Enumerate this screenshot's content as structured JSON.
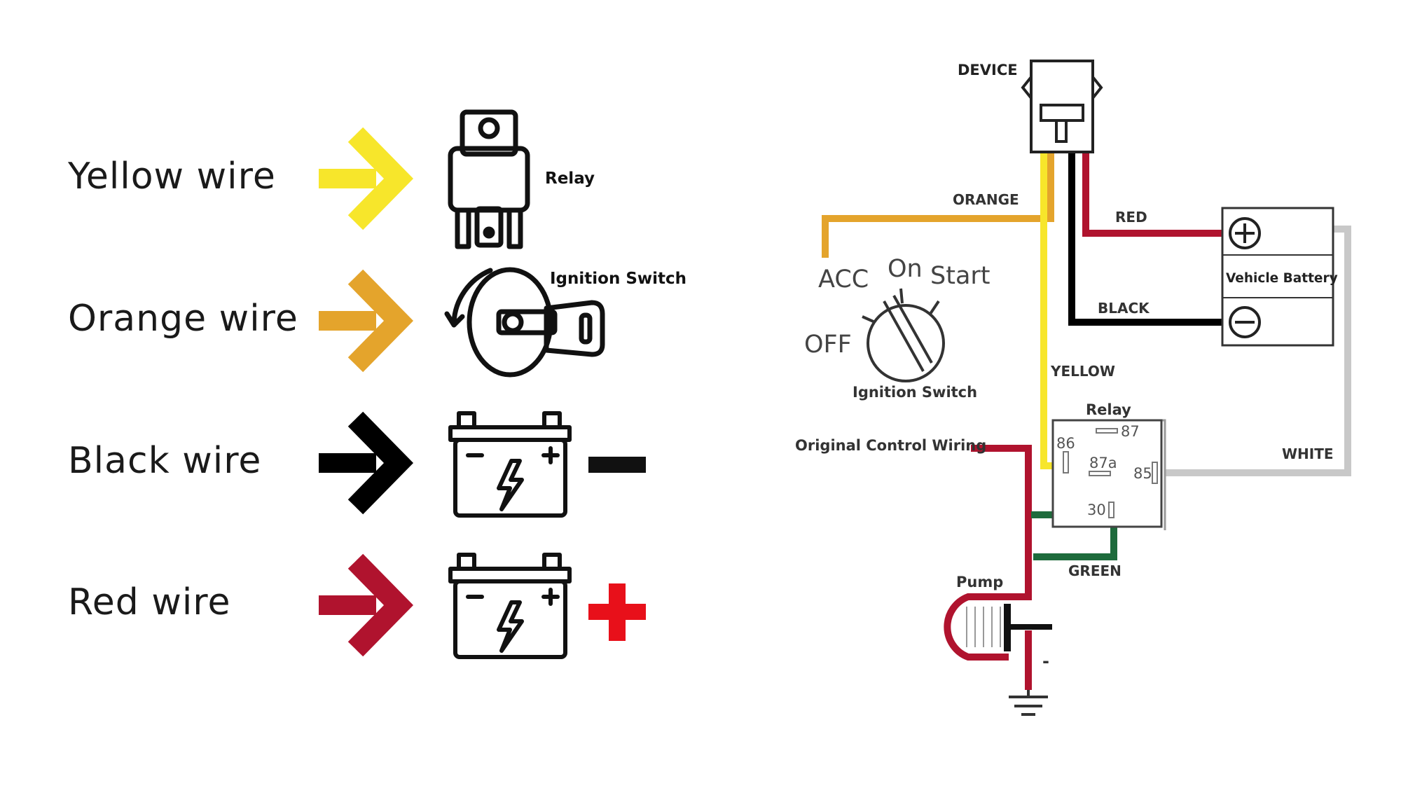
{
  "legend": {
    "rows": [
      {
        "label": "Yellow wire",
        "color": "#f7e62b",
        "icon": "relay-icon",
        "icon_label": "Relay"
      },
      {
        "label": "Orange wire",
        "color": "#e4a42c",
        "icon": "ignition-switch-icon",
        "icon_label": "Ignition Switch"
      },
      {
        "label": "Black wire",
        "color": "#000000",
        "icon": "battery-icon",
        "polarity": "minus-icon"
      },
      {
        "label": "Red wire",
        "color": "#b0132e",
        "icon": "battery-icon",
        "polarity": "plus-icon"
      }
    ]
  },
  "diagram": {
    "device_label": "DEVICE",
    "wires": {
      "orange": "ORANGE",
      "red": "RED",
      "black": "BLACK",
      "yellow": "YELLOW",
      "white": "WHITE",
      "green": "GREEN"
    },
    "battery": {
      "label": "Vehicle Battery"
    },
    "ignition": {
      "acc": "ACC",
      "on": "On",
      "start": "Start",
      "off": "OFF",
      "label": "Ignition Switch"
    },
    "relay": {
      "label": "Relay",
      "pin_86": "86",
      "pin_87": "87",
      "pin_87a": "87a",
      "pin_85": "85",
      "pin_30": "30"
    },
    "original_control_wiring": "Original Control Wiring",
    "pump": "Pump",
    "ground_minus": "-"
  },
  "colors": {
    "yellow": "#f7e62b",
    "orange": "#e4a42c",
    "red": "#b0132e",
    "bright_red": "#e8101a",
    "black": "#000000",
    "white_wire": "#c8c8c8",
    "green": "#1e6b3c"
  }
}
